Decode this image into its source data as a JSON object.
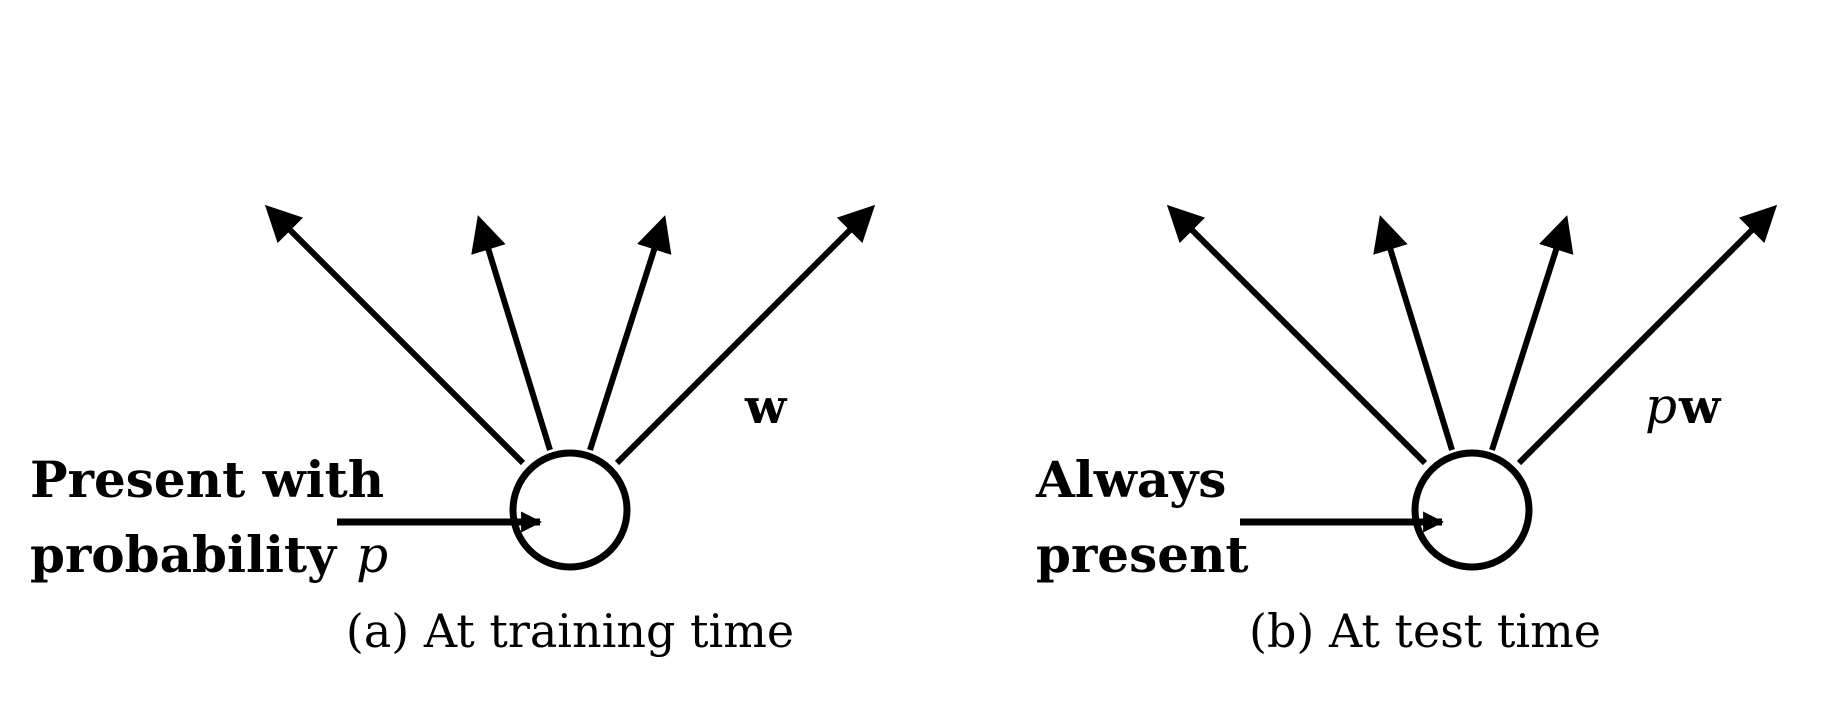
{
  "panels": [
    {
      "id": "a",
      "input_label_line1": "Present with",
      "input_label_line2": "probability",
      "input_label_var": "p",
      "weight_prefix": "",
      "weight_label": "w",
      "caption": "(a) At training time"
    },
    {
      "id": "b",
      "input_label_line1": "Always",
      "input_label_line2": "present",
      "input_label_var": "",
      "weight_prefix": "p",
      "weight_label": "w",
      "caption": "(b) At test time"
    }
  ],
  "colors": {
    "stroke": "#000000",
    "background": "#ffffff"
  }
}
